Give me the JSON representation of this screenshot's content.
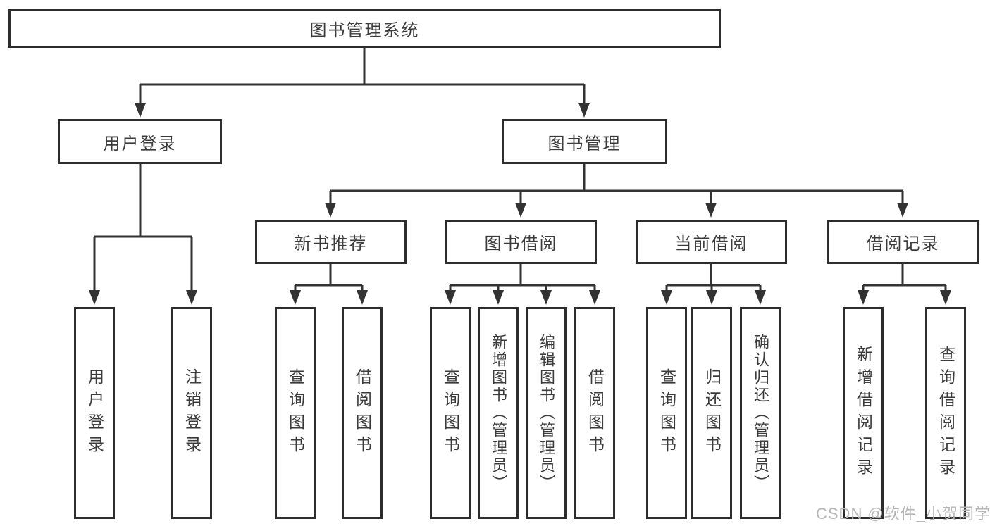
{
  "tree": {
    "label": "图书管理系统",
    "children": [
      {
        "label": "用户登录",
        "children": [
          {
            "label": "用户登录"
          },
          {
            "label": "注销登录"
          }
        ]
      },
      {
        "label": "图书管理",
        "children": [
          {
            "label": "新书推荐",
            "children": [
              {
                "label": "查询图书"
              },
              {
                "label": "借阅图书"
              }
            ]
          },
          {
            "label": "图书借阅",
            "children": [
              {
                "label": "查询图书"
              },
              {
                "label": "新增图书（管理员）"
              },
              {
                "label": "编辑图书（管理员）"
              },
              {
                "label": "借阅图书"
              }
            ]
          },
          {
            "label": "当前借阅",
            "children": [
              {
                "label": "查询图书"
              },
              {
                "label": "归还图书"
              },
              {
                "label": "确认归还（管理员）"
              }
            ]
          },
          {
            "label": "借阅记录",
            "children": [
              {
                "label": "新增借阅记录"
              },
              {
                "label": "查询借阅记录"
              }
            ]
          }
        ]
      }
    ]
  },
  "watermark": {
    "text": "CSDN @软件_小贺同学"
  },
  "colors": {
    "line": "#333333",
    "box_border": "#2d2d2d",
    "text": "#3c3c3c",
    "watermark": "#b5b5b5",
    "background": "#ffffff"
  }
}
